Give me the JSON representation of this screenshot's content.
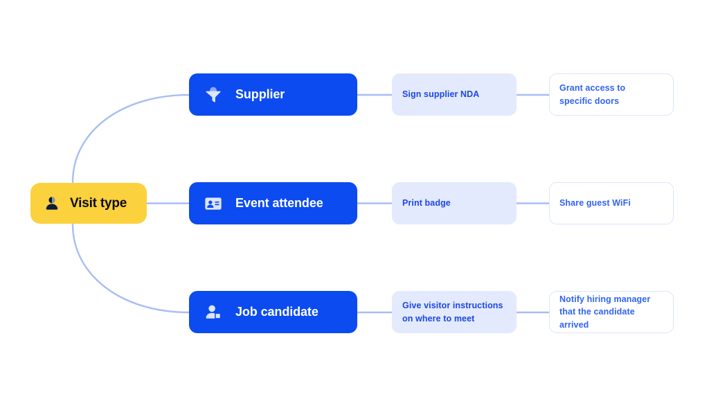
{
  "diagram": {
    "type": "mind-map",
    "root": {
      "label": "Visit type",
      "icon": "person-icon",
      "color": "#FBD13D",
      "text_color": "#0B0B10"
    },
    "colors": {
      "category_fill": "#0B4BF0",
      "category_text": "#FFFFFF",
      "step_fill": "#E4EAFD",
      "step_text": "#1A46E8",
      "outcome_fill": "#FFFFFF",
      "outcome_border": "#DCE4FC",
      "outcome_text": "#2F62F5",
      "connector": "#A9BDF5",
      "background": "#FFFFFF"
    },
    "branches": [
      {
        "category": {
          "label": "Supplier",
          "icon": "funnel-icon"
        },
        "step": {
          "label": "Sign supplier NDA"
        },
        "outcome": {
          "line1": "Grant access to",
          "line2": "specific doors"
        }
      },
      {
        "category": {
          "label": "Event attendee",
          "icon": "id-badge-icon"
        },
        "step": {
          "label": "Print badge"
        },
        "outcome": {
          "line1": "Share guest WiFi",
          "line2": ""
        }
      },
      {
        "category": {
          "label": "Job candidate",
          "icon": "person-badge-icon"
        },
        "step": {
          "line1": "Give visitor instructions",
          "line2": "on where to meet"
        },
        "outcome": {
          "line1": "Notify hiring manager",
          "line2": "that the candidate arrived"
        }
      }
    ]
  }
}
